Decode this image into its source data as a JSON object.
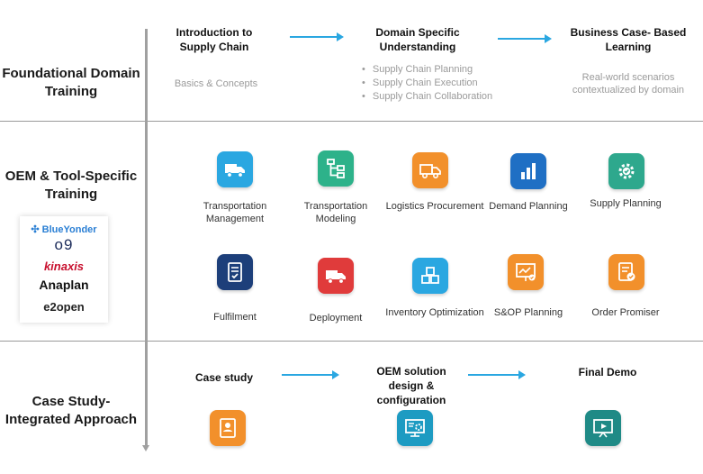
{
  "sections": {
    "foundational": "Foundational Domain Training",
    "oem": "OEM & Tool-Specific Training",
    "case_study": "Case Study-Integrated Approach"
  },
  "foundational": {
    "step1_title": "Introduction to Supply Chain",
    "step1_sub": "Basics & Concepts",
    "step2_title": "Domain Specific Understanding",
    "step2_bullets": [
      "Supply Chain Planning",
      "Supply Chain Execution",
      "Supply Chain Collaboration"
    ],
    "step3_title": "Business Case- Based Learning",
    "step3_sub": "Real-world scenarios contextualized by domain"
  },
  "logos": [
    "BlueYonder",
    "o9",
    "kinaxis",
    "Anaplan",
    "e2open"
  ],
  "modules_row1": [
    {
      "label": "Transportation Management",
      "icon": "truck-icon",
      "color": "#2aa7e1"
    },
    {
      "label": "Transportation Modeling",
      "icon": "flowchart-icon",
      "color": "#2db28a"
    },
    {
      "label": "Logistics Procurement",
      "icon": "truck-icon",
      "color": "#f2902b"
    },
    {
      "label": "Demand Planning",
      "icon": "bar-chart-icon",
      "color": "#1f6fc4"
    },
    {
      "label": "Supply Planning",
      "icon": "gear-icon",
      "color": "#2ea88d"
    }
  ],
  "modules_row2": [
    {
      "label": "Fulfilment",
      "icon": "checklist-icon",
      "color": "#1d3f7a"
    },
    {
      "label": "Deployment",
      "icon": "truck-icon",
      "color": "#e03b3b"
    },
    {
      "label": "Inventory Optimization",
      "icon": "boxes-icon",
      "color": "#2aa7e1"
    },
    {
      "label": "S&OP Planning",
      "icon": "presentation-check-icon",
      "color": "#f2902b"
    },
    {
      "label": "Order Promiser",
      "icon": "document-check-icon",
      "color": "#f2902b"
    }
  ],
  "case_study": {
    "step1": "Case study",
    "step2": "OEM solution design & configuration",
    "step3": "Final Demo",
    "icons": [
      {
        "icon": "document-user-icon",
        "color": "#f2902b"
      },
      {
        "icon": "monitor-gear-icon",
        "color": "#1d9bc2"
      },
      {
        "icon": "presentation-play-icon",
        "color": "#1f8a86"
      }
    ]
  },
  "colors": {
    "arrow": "#2aa7e1",
    "divider": "#9a9a9a"
  }
}
